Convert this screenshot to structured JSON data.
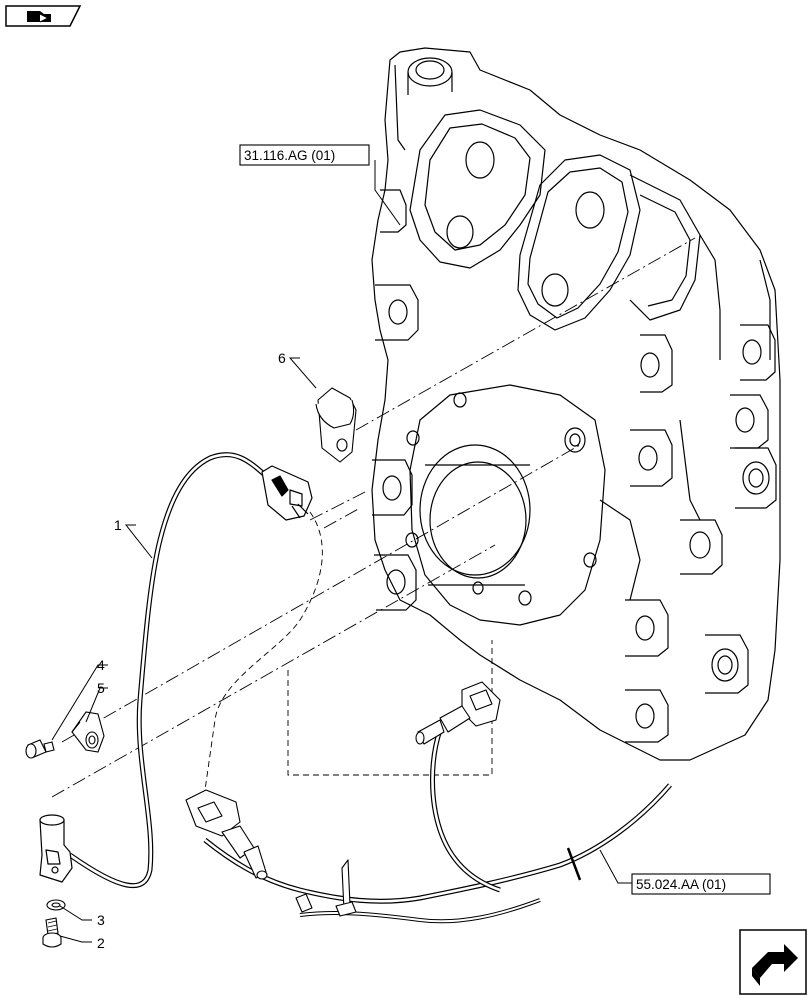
{
  "top_icon": {
    "name": "book-icon"
  },
  "callouts": {
    "c1": "1",
    "c2": "2",
    "c3": "3",
    "c4": "4",
    "c5": "5",
    "c6": "6"
  },
  "references": {
    "housing": "31.116.AG (01)",
    "harness": "55.024.AA (01)"
  },
  "nav_icon": {
    "name": "next-page-arrow-icon"
  }
}
